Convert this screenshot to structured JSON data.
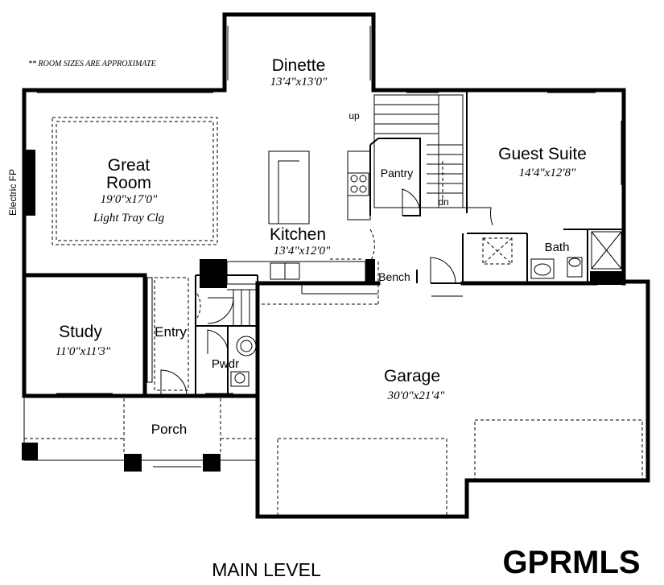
{
  "note": "** ROOM SIZES ARE APPROXIMATE",
  "rooms": {
    "dinette": {
      "name": "Dinette",
      "size": "13'4\"x13'0\""
    },
    "great_room": {
      "name_line1": "Great",
      "name_line2": "Room",
      "size": "19'0\"x17'0\"",
      "feature": "Light Tray Clg"
    },
    "kitchen": {
      "name": "Kitchen",
      "size": "13'4\"x12'0\""
    },
    "guest_suite": {
      "name": "Guest Suite",
      "size": "14'4\"x12'8\""
    },
    "study": {
      "name": "Study",
      "size": "11'0\"x11'3\""
    },
    "garage": {
      "name": "Garage",
      "size": "30'0\"x21'4\""
    },
    "entry": {
      "name": "Entry"
    },
    "porch": {
      "name": "Porch"
    },
    "pantry": {
      "name": "Pantry"
    },
    "bath": {
      "name": "Bath"
    },
    "powder": {
      "name": "Pwdr"
    },
    "bench": {
      "name": "Bench"
    }
  },
  "labels": {
    "fireplace": "Electric FP",
    "stairs_up": "up",
    "stairs_down": "dn"
  },
  "footer": {
    "level": "MAIN LEVEL",
    "brand": "GPRMLS"
  }
}
